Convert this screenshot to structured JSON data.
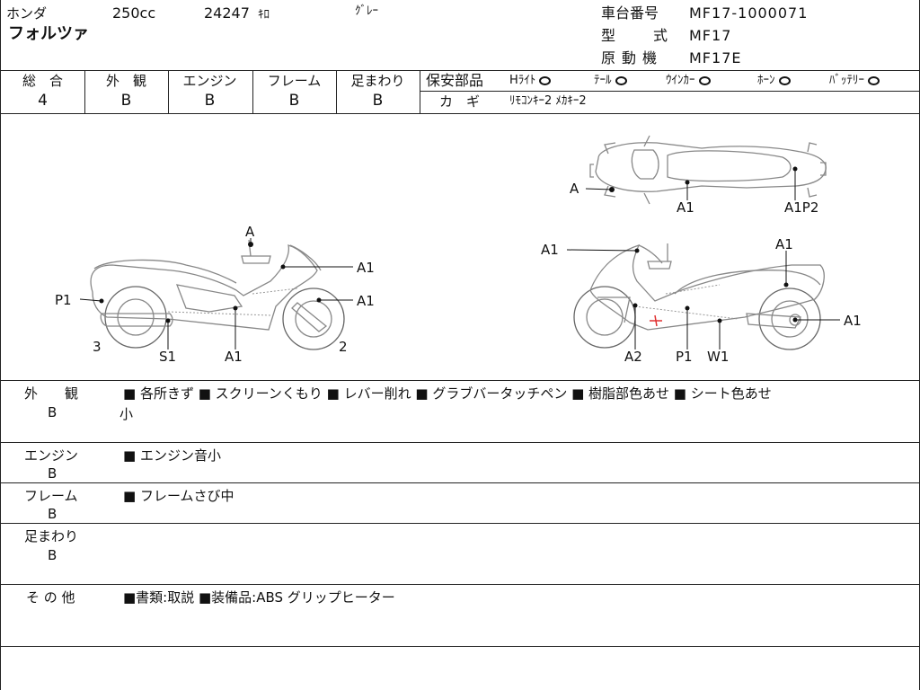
{
  "header": {
    "maker": "ホンダ",
    "model": "フォルツァ",
    "displacement": "250cc",
    "mileage": "24247",
    "mileage_unit": "ｷﾛ",
    "color": "ｸﾞﾚｰ",
    "frame_label": "車台番号",
    "frame_number": "MF17-1000071",
    "type_label_1": "型",
    "type_label_2": "式",
    "type_value": "MF17",
    "engine_label_1": "原",
    "engine_label_2": "動",
    "engine_label_3": "機",
    "engine_value": "MF17E"
  },
  "grades": [
    {
      "label": "総　合",
      "value": "4"
    },
    {
      "label": "外　観",
      "value": "B"
    },
    {
      "label": "エンジン",
      "value": "B"
    },
    {
      "label": "フレーム",
      "value": "B"
    },
    {
      "label": "足まわり",
      "value": "B"
    }
  ],
  "safety": {
    "title": "保安部品",
    "items": [
      "Hﾗｲﾄ",
      "ﾃｰﾙ",
      "ｳｲﾝｶｰ",
      "ﾎｰﾝ",
      "ﾊﾞｯﾃﾘｰ"
    ],
    "key_label": "カ　ギ",
    "key_value": "ﾘﾓｺﾝｷｰ2 ﾒｶｷｰ2"
  },
  "diagram": {
    "top": [
      "A",
      "A1",
      "A1P2"
    ],
    "left": [
      "A",
      "A1",
      "A1",
      "P1",
      "3",
      "S1",
      "A1",
      "2"
    ],
    "right": [
      "A1",
      "A1",
      "A1",
      "A2",
      "P1",
      "W1"
    ]
  },
  "notes": [
    {
      "label": "外　　観",
      "grade": "B",
      "text": "■ 各所きず ■ スクリーンくもり ■ レバー削れ ■ グラブバータッチペン ■ 樹脂部色あせ ■ シート色あせ",
      "text2": "小"
    },
    {
      "label": "エンジン",
      "grade": "B",
      "text": "■ エンジン音小",
      "text2": ""
    },
    {
      "label": "フレーム",
      "grade": "B",
      "text": "■ フレームさび中",
      "text2": ""
    },
    {
      "label": "足まわり",
      "grade": "B",
      "text": "",
      "text2": ""
    },
    {
      "label": "そ の 他",
      "grade": "",
      "text": "■書類:取説 ■装備品:ABS グリップヒーター",
      "text2": ""
    }
  ]
}
